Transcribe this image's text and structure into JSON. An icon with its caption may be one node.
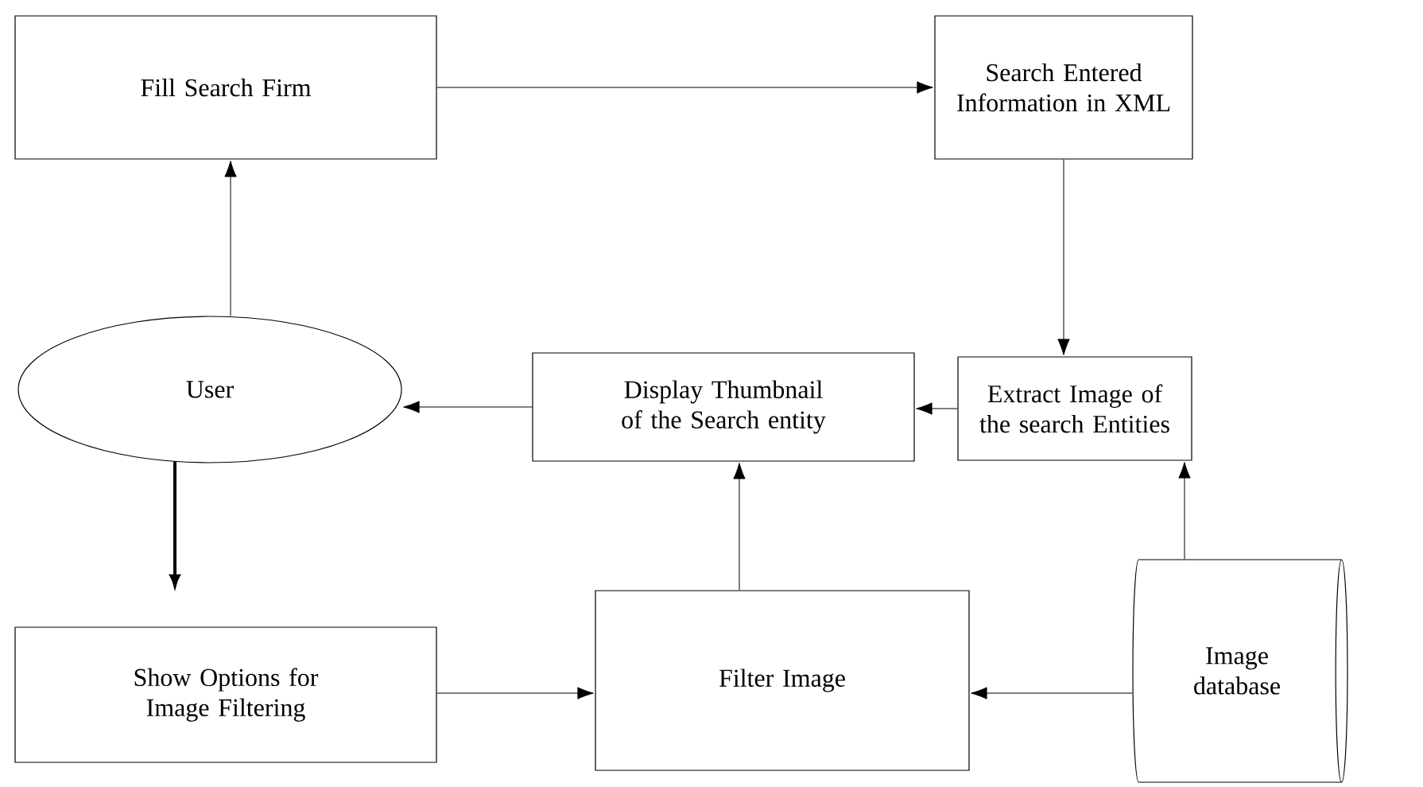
{
  "diagram": {
    "nodes": [
      {
        "text": [
          "Fill Search Firm"
        ]
      },
      {
        "text": [
          "Search Entered Information in XML"
        ]
      },
      {
        "text": [
          "User"
        ]
      },
      {
        "text": [
          "Display Thumbnail of the Search entity"
        ]
      },
      {
        "text": [
          "Extract Image of the search Entities"
        ]
      },
      {
        "text": [
          "Show Options for Image Filtering"
        ]
      },
      {
        "text": [
          "Filter Image"
        ]
      },
      {
        "text": [
          "Image database"
        ]
      }
    ],
    "edges": [
      {
        "from": 0,
        "to": 1,
        "arrow": "to"
      },
      {
        "from": 1,
        "to": 4,
        "arrow": "to"
      },
      {
        "from": 4,
        "to": 3,
        "arrow": "to"
      },
      {
        "from": 3,
        "to": 2,
        "arrow": "to"
      },
      {
        "from": 2,
        "to": 0,
        "arrow": "to"
      },
      {
        "from": 2,
        "to": 5,
        "arrow": "to",
        "style": "thick"
      },
      {
        "from": 5,
        "to": 6,
        "arrow": "to"
      },
      {
        "from": 7,
        "to": 6,
        "arrow": "to"
      },
      {
        "from": 6,
        "to": 3,
        "arrow": "to"
      },
      {
        "from": 7,
        "to": 4,
        "arrow": "to"
      }
    ]
  }
}
